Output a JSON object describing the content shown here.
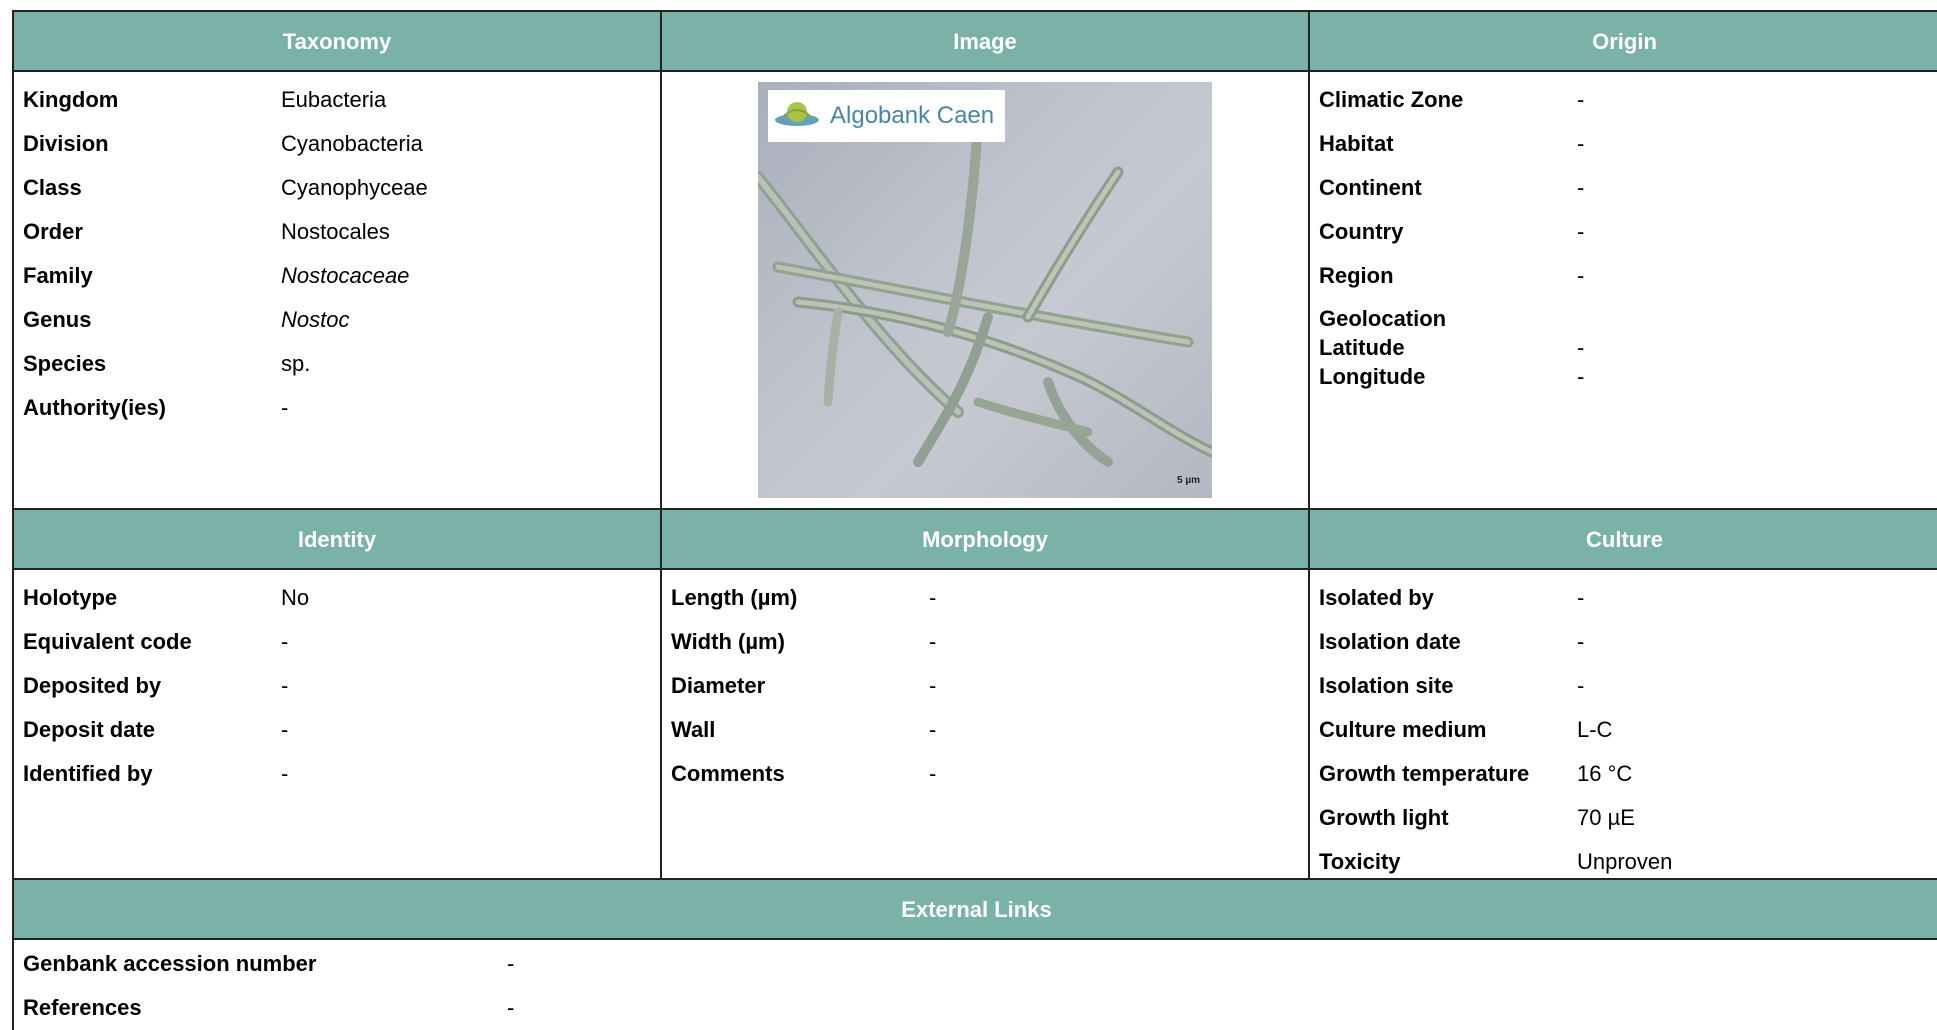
{
  "headers": {
    "taxonomy": "Taxonomy",
    "image": "Image",
    "origin": "Origin",
    "identity": "Identity",
    "morphology": "Morphology",
    "culture": "Culture",
    "external_links": "External Links"
  },
  "taxonomy": [
    {
      "label": "Kingdom",
      "value": "Eubacteria"
    },
    {
      "label": "Division",
      "value": "Cyanobacteria"
    },
    {
      "label": "Class",
      "value": "Cyanophyceae"
    },
    {
      "label": "Order",
      "value": "Nostocales"
    },
    {
      "label": "Family",
      "value": "Nostocaceae"
    },
    {
      "label": "Genus",
      "value": "Nostoc"
    },
    {
      "label": "Species",
      "value": "sp."
    },
    {
      "label": "Authority(ies)",
      "value": "-"
    }
  ],
  "image": {
    "logo_text": "Algobank Caen",
    "scale_bar": "5 µm"
  },
  "origin": [
    {
      "label": "Climatic Zone",
      "value": "-"
    },
    {
      "label": "Habitat",
      "value": "-"
    },
    {
      "label": "Continent",
      "value": "-"
    },
    {
      "label": "Country",
      "value": "-"
    },
    {
      "label": "Region",
      "value": "-"
    }
  ],
  "geolocation": {
    "label": "Geolocation",
    "latitude_label": "Latitude",
    "latitude_value": "-",
    "longitude_label": "Longitude",
    "longitude_value": "-"
  },
  "identity": [
    {
      "label": "Holotype",
      "value": "No"
    },
    {
      "label": "Equivalent code",
      "value": "-"
    },
    {
      "label": "Deposited by",
      "value": "-"
    },
    {
      "label": "Deposit date",
      "value": "-"
    },
    {
      "label": "Identified by",
      "value": "-"
    }
  ],
  "morphology": [
    {
      "label": "Length (µm)",
      "value": "-"
    },
    {
      "label": "Width (µm)",
      "value": "-"
    },
    {
      "label": "Diameter",
      "value": "-"
    },
    {
      "label": "Wall",
      "value": "-"
    },
    {
      "label": "Comments",
      "value": "-"
    }
  ],
  "culture": [
    {
      "label": "Isolated by",
      "value": "-"
    },
    {
      "label": "Isolation date",
      "value": "-"
    },
    {
      "label": "Isolation site",
      "value": "-"
    },
    {
      "label": "Culture medium",
      "value": "L-C"
    },
    {
      "label": "Growth temperature",
      "value": "16 °C"
    },
    {
      "label": "Growth light",
      "value": "70 µE"
    },
    {
      "label": "Toxicity",
      "value": "Unproven"
    }
  ],
  "external_links": [
    {
      "label": "Genbank accession number",
      "value": "-"
    },
    {
      "label": "References",
      "value": "-"
    }
  ],
  "colors": {
    "header_bg": "#7bb2a8",
    "header_text": "#ffffff",
    "border": "#222222",
    "logo_text": "#4a86a4"
  }
}
